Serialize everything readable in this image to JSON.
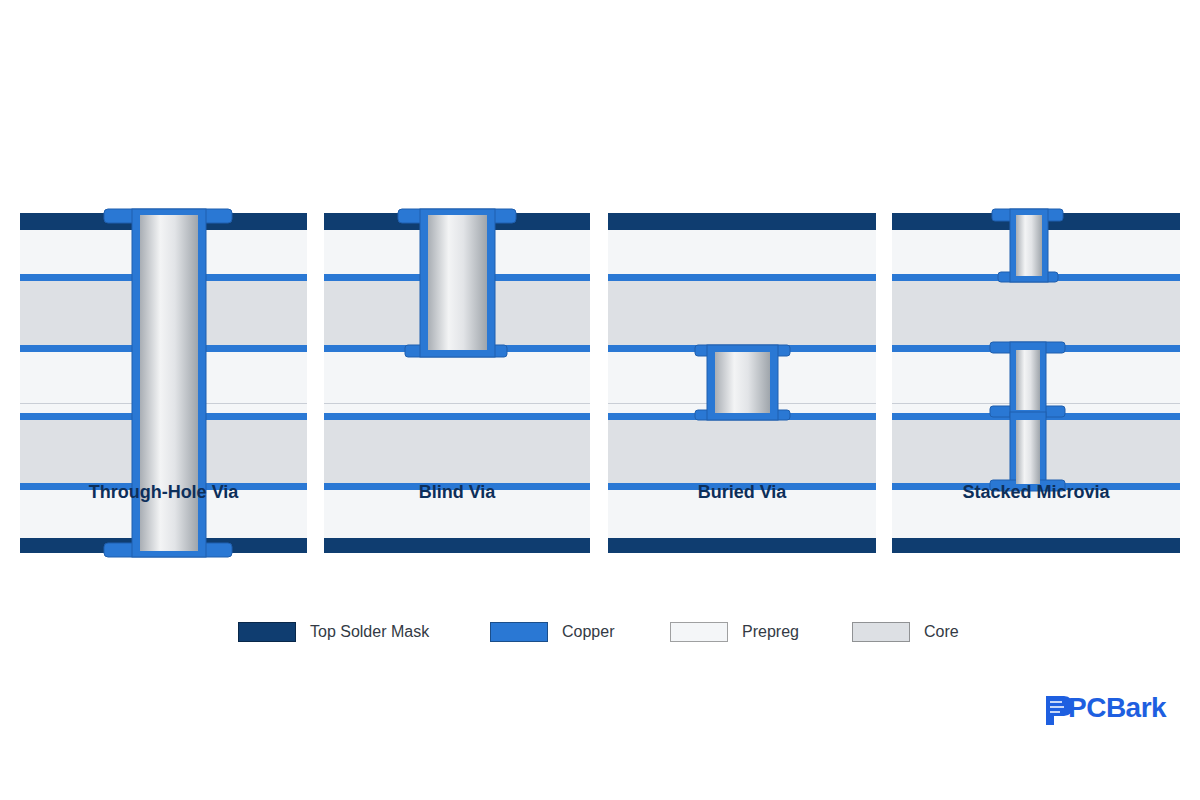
{
  "diagram": {
    "nodes": [
      {
        "text": [
          "Through-Hole Via"
        ]
      },
      {
        "text": [
          "Blind Via"
        ]
      },
      {
        "text": [
          "Buried Via"
        ]
      },
      {
        "text": [
          "Stacked Microvia"
        ]
      }
    ],
    "labels": [
      "PCBark"
    ],
    "legend": [
      {
        "text": "Top Solder Mask",
        "color": "#0f3d70"
      },
      {
        "text": "Copper",
        "color": "#2a78d4"
      },
      {
        "text": "Prepreg",
        "color": "#f4f6f8"
      },
      {
        "text": "Core",
        "color": "#dde0e4"
      }
    ]
  }
}
